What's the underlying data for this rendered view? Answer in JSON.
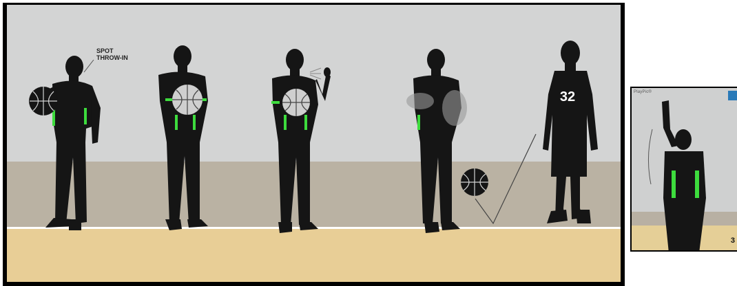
{
  "main": {
    "callout_line1": "SPOT",
    "callout_line2": "THROW-IN",
    "jersey_number": "32"
  },
  "side": {
    "brand": "PlayPic®",
    "corner_number": "3"
  },
  "colors": {
    "wall": "#d3d4d4",
    "wainscot": "#bab2a3",
    "floor": "#e8ce96",
    "silhouette": "#151515",
    "accent_green": "#3ddc3d",
    "border": "#000000"
  }
}
